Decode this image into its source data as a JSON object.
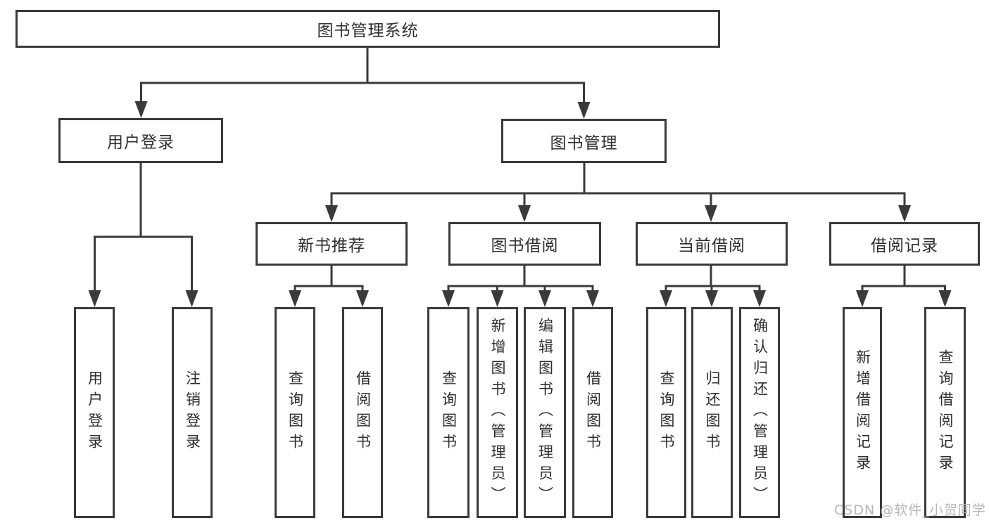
{
  "colors": {
    "line": "#3a3a3a",
    "box_border": "#3a3a3a",
    "text": "#2f2f2f",
    "watermark": "#b2b2b2",
    "background": "#ffffff"
  },
  "watermark": "CSDN @软件_小贺同学",
  "tree": {
    "root": {
      "label": "图书管理系统"
    },
    "children": [
      {
        "label": "用户登录",
        "children": [
          {
            "label": "用户登录"
          },
          {
            "label": "注销登录"
          }
        ]
      },
      {
        "label": "图书管理",
        "children": [
          {
            "label": "新书推荐",
            "children": [
              {
                "label": "查询图书"
              },
              {
                "label": "借阅图书"
              }
            ]
          },
          {
            "label": "图书借阅",
            "children": [
              {
                "label": "查询图书"
              },
              {
                "label": "新增图书（管理员）"
              },
              {
                "label": "编辑图书（管理员）"
              },
              {
                "label": "借阅图书"
              }
            ]
          },
          {
            "label": "当前借阅",
            "children": [
              {
                "label": "查询图书"
              },
              {
                "label": "归还图书"
              },
              {
                "label": "确认归还（管理员）"
              }
            ]
          },
          {
            "label": "借阅记录",
            "children": [
              {
                "label": "新增借阅记录"
              },
              {
                "label": "查询借阅记录"
              }
            ]
          }
        ]
      }
    ]
  }
}
